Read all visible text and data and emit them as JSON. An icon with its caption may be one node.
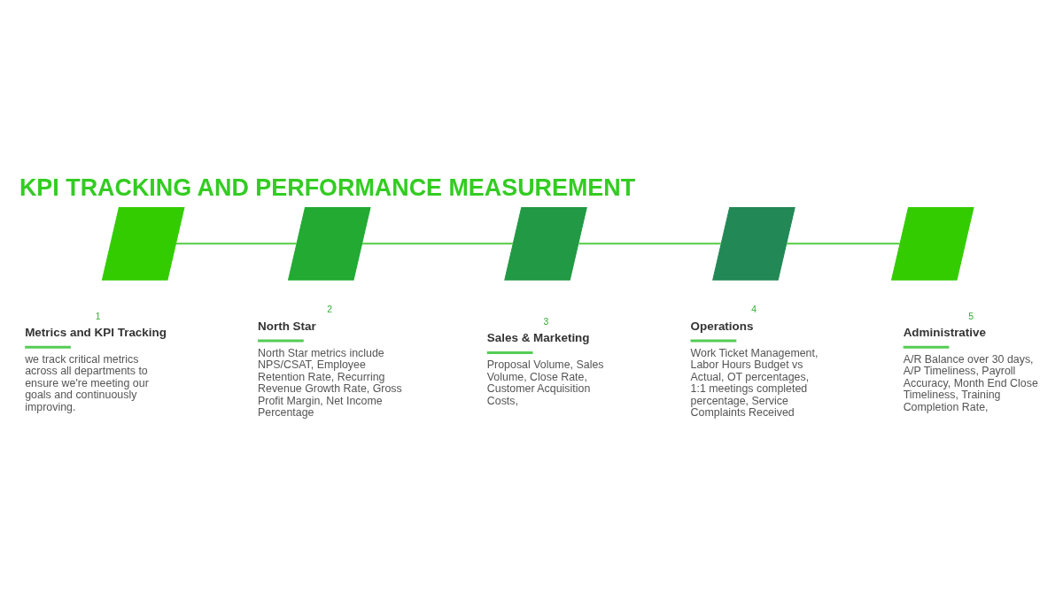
{
  "diagram": {
    "title": "KPI TRACKING AND PERFORMANCE MEASUREMENT",
    "nodes": [
      {
        "text": [],
        "shape": "parallelogram",
        "beside": [
          "1",
          "Metrics and KPI Tracking",
          "we track critical metrics across all departments to ensure we're meeting our goals and continuously improving."
        ]
      },
      {
        "text": [],
        "shape": "parallelogram",
        "beside": [
          "2",
          "North Star",
          "North Star metrics include NPS/CSAT, Employee Retention Rate, Recurring Revenue Growth Rate, Gross Profit Margin, Net Income Percentage"
        ]
      },
      {
        "text": [],
        "shape": "parallelogram",
        "beside": [
          "3",
          "Sales & Marketing",
          "Proposal Volume, Sales Volume, Close Rate, Customer Acquisition Costs,"
        ]
      },
      {
        "text": [],
        "shape": "parallelogram",
        "beside": [
          "4",
          "Operations",
          "Work Ticket Management, Labor Hours Budget vs Actual, OT percentages, 1:1 meetings completed percentage, Service Complaints Received"
        ]
      },
      {
        "text": [],
        "shape": "parallelogram",
        "beside": [
          "5",
          "Administrative",
          "A/R Balance over 30 days, A/P Timeliness, Payroll Accuracy, Month End Close Timeliness, Training Completion Rate,"
        ]
      }
    ],
    "edges": [
      {
        "from": 0,
        "to": 1,
        "arrow": "none"
      },
      {
        "from": 1,
        "to": 2,
        "arrow": "none"
      },
      {
        "from": 2,
        "to": 3,
        "arrow": "none"
      },
      {
        "from": 3,
        "to": 4,
        "arrow": "none"
      }
    ]
  }
}
